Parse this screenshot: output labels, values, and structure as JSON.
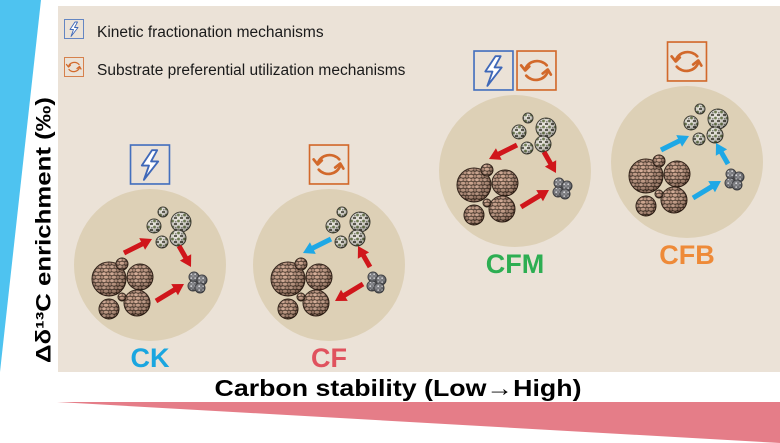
{
  "legend": [
    {
      "mechanism": "kinetic",
      "icon": "lightning-icon",
      "label": "Kinetic fractionation mechanisms"
    },
    {
      "mechanism": "substrate",
      "icon": "cycle-icon",
      "label": "Substrate preferential utilization mechanisms"
    }
  ],
  "axes": {
    "y_label": "Δδ¹³C enrichment (‰)",
    "x_label": "Carbon stability (Low→High)"
  },
  "trend_bars": {
    "y_axis_wedge_color": "#4EC3F0",
    "x_axis_wedge_color": "#E57D88"
  },
  "colors": {
    "panel_background": "#EBE2D7",
    "treatment_circle": "#DDD0B6",
    "red": "#D0161B",
    "blue": "#1EA8E6",
    "kinetic_icon": "#4470BE",
    "substrate_icon": "#D2692B"
  },
  "treatments": [
    {
      "label": "CK",
      "label_color": "#1AA6E0",
      "mechanisms": [
        "kinetic"
      ],
      "arrows": [
        {
          "from": "large",
          "to": "medium",
          "color": "red"
        },
        {
          "from": "medium",
          "to": "small",
          "color": "red"
        },
        {
          "from": "large",
          "to": "small",
          "color": "red"
        }
      ]
    },
    {
      "label": "CF",
      "label_color": "#E0525E",
      "mechanisms": [
        "substrate"
      ],
      "arrows": [
        {
          "from": "medium",
          "to": "large",
          "color": "blue"
        },
        {
          "from": "small",
          "to": "medium",
          "color": "red"
        },
        {
          "from": "small",
          "to": "large",
          "color": "red"
        }
      ]
    },
    {
      "label": "CFM",
      "label_color": "#2DAE52",
      "mechanisms": [
        "kinetic",
        "substrate"
      ],
      "arrows": [
        {
          "from": "medium",
          "to": "large",
          "color": "red"
        },
        {
          "from": "medium",
          "to": "small",
          "color": "red"
        },
        {
          "from": "large",
          "to": "small",
          "color": "red"
        }
      ]
    },
    {
      "label": "CFB",
      "label_color": "#EE8A38",
      "mechanisms": [
        "substrate"
      ],
      "arrows": [
        {
          "from": "large",
          "to": "medium",
          "color": "blue"
        },
        {
          "from": "small",
          "to": "medium",
          "color": "blue"
        },
        {
          "from": "large",
          "to": "small",
          "color": "blue"
        }
      ]
    }
  ]
}
